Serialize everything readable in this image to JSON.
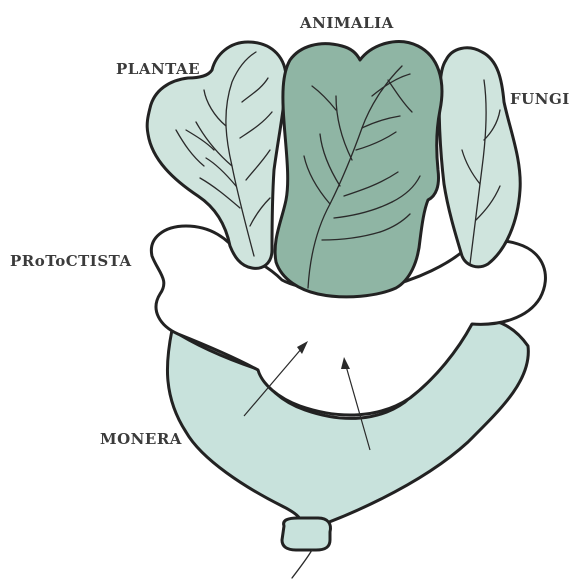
{
  "labels": {
    "animalia": "ANIMALIA",
    "plantae": "PLANTAE",
    "fungi": "FUNGI",
    "protoctista": "PRoToCTISTA",
    "monera": "MONERA"
  },
  "colors": {
    "monera_fill": "#c8e2dc",
    "protoctista_fill": "#ffffff",
    "plantae_fill": "#cfe4dd",
    "fungi_fill": "#cfe4dd",
    "animalia_fill": "#8fb5a4",
    "outline": "#222222"
  }
}
